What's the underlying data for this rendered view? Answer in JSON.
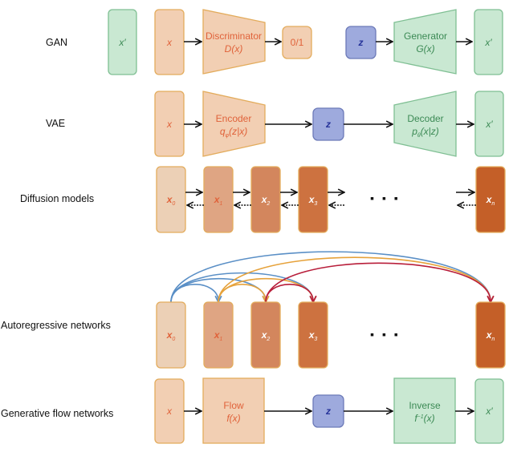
{
  "colors": {
    "data_fill": "#f2cfb3",
    "data_stroke": "#e3ac5c",
    "data_text": "#e0623a",
    "latent_fill": "#9eaadd",
    "latent_stroke": "#6c7ab8",
    "latent_text": "#27349a",
    "gen_fill": "#c9e8d2",
    "gen_stroke": "#7fbf93",
    "gen_text": "#3c8a55",
    "diffusion_steps": [
      "#ecd0b6",
      "#dfa583",
      "#d3865d",
      "#cd7240",
      "#c45f28"
    ],
    "arc_blue": "#5a8fc6",
    "arc_orange": "#e6a23b",
    "arc_red": "#b81e3a",
    "arrow": "#111111"
  },
  "rows": [
    {
      "label": "GAN",
      "nodes": {
        "fake_sample": "x′",
        "input": "x",
        "discriminator_title": "Discriminator",
        "discriminator_fn": "D(x)",
        "output": "0/1",
        "latent": "z",
        "generator_title": "Generator",
        "generator_fn": "G(x)",
        "generated": "x′"
      }
    },
    {
      "label": "VAE",
      "nodes": {
        "input": "x",
        "encoder_title": "Encoder",
        "encoder_fn_prefix": "q",
        "encoder_fn_sub": "φ",
        "encoder_fn_args": "(z|x)",
        "latent": "z",
        "decoder_title": "Decoder",
        "decoder_fn_prefix": "p",
        "decoder_fn_sub": "θ",
        "decoder_fn_args": "(x|z)",
        "generated": "x′"
      }
    },
    {
      "label": "Diffusion models",
      "steps": [
        {
          "var": "x",
          "sub": "0"
        },
        {
          "var": "x",
          "sub": "1"
        },
        {
          "var": "x",
          "sub": "2"
        },
        {
          "var": "x",
          "sub": "3"
        },
        {
          "var": "x",
          "sub": "n"
        }
      ],
      "ellipsis": "▪ ▪ ▪"
    },
    {
      "label": "Autoregressive networks",
      "steps": [
        {
          "var": "x",
          "sub": "0"
        },
        {
          "var": "x",
          "sub": "1"
        },
        {
          "var": "x",
          "sub": "2"
        },
        {
          "var": "x",
          "sub": "3"
        },
        {
          "var": "x",
          "sub": "n"
        }
      ],
      "ellipsis": "▪ ▪ ▪",
      "dependencies": [
        {
          "from": 0,
          "to": 1,
          "color": "blue"
        },
        {
          "from": 0,
          "to": 2,
          "color": "blue"
        },
        {
          "from": 0,
          "to": 3,
          "color": "blue"
        },
        {
          "from": 0,
          "to": 4,
          "color": "blue"
        },
        {
          "from": 1,
          "to": 2,
          "color": "orange"
        },
        {
          "from": 1,
          "to": 3,
          "color": "orange"
        },
        {
          "from": 1,
          "to": 4,
          "color": "orange"
        },
        {
          "from": 2,
          "to": 3,
          "color": "red"
        },
        {
          "from": 2,
          "to": 4,
          "color": "red"
        }
      ]
    },
    {
      "label": "Generative flow networks",
      "nodes": {
        "input": "x",
        "flow_title": "Flow",
        "flow_fn": "f(x)",
        "latent": "z",
        "inverse_title": "Inverse",
        "inverse_fn_prefix": "f",
        "inverse_fn_sup": "−1",
        "inverse_fn_args": "(x)",
        "generated": "x′"
      }
    }
  ]
}
